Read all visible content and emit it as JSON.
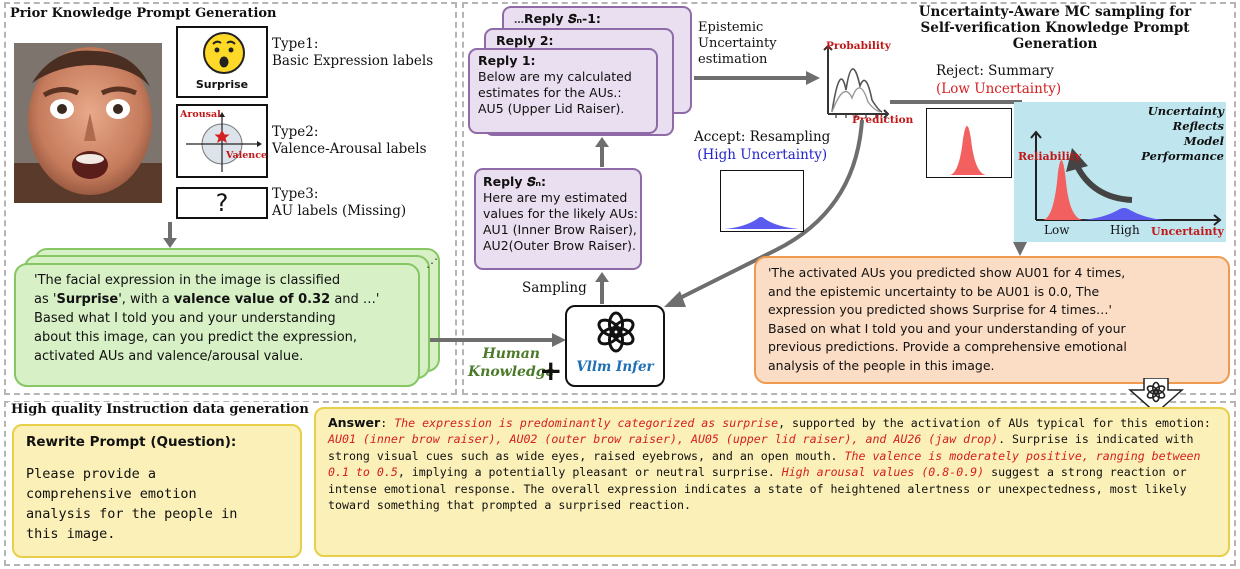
{
  "sections": {
    "prior": "Prior Knowledge Prompt Generation",
    "mc_line1": "Uncertainty-Aware MC sampling for",
    "mc_line2": "Self-verification Knowledge Prompt Generation",
    "high_quality": "High quality Instruction data generation"
  },
  "types": {
    "surprise_face_label": "Surprise",
    "type1_line1": "Type1:",
    "type1_line2": "Basic Expression labels",
    "arousal": "Arousal",
    "valence": "Valence",
    "type2_line1": "Type2:",
    "type2_line2": "Valence-Arousal labels",
    "type3_symbol": "?",
    "type3_line1": "Type3:",
    "type3_line2": "AU labels (Missing)"
  },
  "prompt_green": {
    "l1": "'The facial expression in the image is classified",
    "l2_a": "as '",
    "l2_b": "Surprise",
    "l2_c": "', with a ",
    "l2_d": "valence value of 0.32",
    "l2_e": " and …'",
    "l3": "Based what I told you and your understanding",
    "l4": "about this image, can you predict the expression,",
    "l5": "activated AUs and valence/arousal value."
  },
  "replies": {
    "sn1_label": "Reply 𝑺ₙ-1:",
    "r2_label": "Reply 2:",
    "r1_label": "Reply 1:",
    "r1_l1": "Below are my calculated",
    "r1_l2": "estimates for the AUs.:",
    "r1_l3": "AU5 (Upper Lid Raiser).",
    "sn_label": "Reply 𝑺ₙ:",
    "sn_l1": "Here are my estimated",
    "sn_l2": "values for the likely AUs:",
    "sn_l3": "AU1 (Inner Brow Raiser),",
    "sn_l4": "AU2(Outer Brow Raiser)."
  },
  "flow": {
    "sampling": "Sampling",
    "human": "Human",
    "knowledge": "Knowledge",
    "plus": "+",
    "vllm": "Vllm Infer",
    "epi_l1": "Epistemic",
    "epi_l2": "Uncertainty",
    "epi_l3": "estimation",
    "probability": "Probability",
    "prediction": "Prediction",
    "reject": "Reject: Summary",
    "low_unc": "(Low Uncertainty)",
    "accept": "Accept: Resampling",
    "high_unc": "(High Uncertainty)",
    "unc_title1": "Uncertainty Reflects",
    "unc_title2": "Model Performance",
    "reliability": "Reliability",
    "low": "Low",
    "high": "High",
    "uncertainty": "Uncertainty"
  },
  "orange": {
    "l1": "'The activated AUs you predicted show AU01 for 4 times,",
    "l2": "and the epistemic uncertainty to be AU01  is 0.0, The",
    "l3": "expression you predicted shows Surprise for 4 times…'",
    "l4": "Based on what I told you and your understanding of your",
    "l5": "previous predictions. Provide a comprehensive emotional",
    "l6": "analysis of the people in this image."
  },
  "rewrite": {
    "title": "Rewrite Prompt (Question):",
    "l1": "Please provide a",
    "l2": "comprehensive emotion",
    "l3": "analysis for the people in",
    "l4": "this image."
  },
  "answer": {
    "label": "Answer",
    "p1": "The expression is predominantly categorized as surprise",
    "p2": ", supported by the activation of AUs typical for this emotion: ",
    "p3": "AU01 (inner brow raiser), AU02 (outer brow raiser), AU05 (upper lid raiser), and AU26 (jaw drop)",
    "p4": ". Surprise is indicated with strong visual cues such as wide eyes, raised eyebrows, and an open mouth. ",
    "p5": "The valence is moderately positive, ranging between 0.1 to 0.5",
    "p6": ", implying a potentially pleasant or neutral surprise. ",
    "p7": "High arousal values (0.8-0.9)",
    "p8": " suggest a strong reaction or intense emotional response. The overall expression indicates a state of heightened alertness or unexpectedness, most likely toward something that prompted a surprised reaction."
  },
  "colors": {
    "red": "#d42020",
    "blue": "#2222cc",
    "green_text": "#4a7a2a",
    "blue_text": "#1f6fb5"
  }
}
